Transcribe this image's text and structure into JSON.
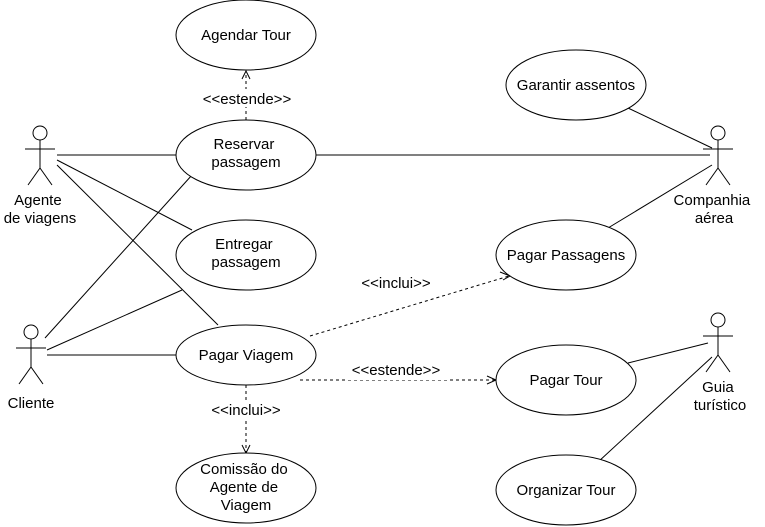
{
  "actors": {
    "agente": [
      "Agente",
      "de viagens"
    ],
    "cliente": [
      "Cliente"
    ],
    "companhia": [
      "Companhia",
      "aérea"
    ],
    "guia": [
      "Guia",
      "turístico"
    ]
  },
  "use_cases": {
    "agendar_tour": [
      "Agendar Tour"
    ],
    "reservar_passagem": [
      "Reservar",
      "passagem"
    ],
    "entregar_passagem": [
      "Entregar",
      "passagem"
    ],
    "pagar_viagem": [
      "Pagar Viagem"
    ],
    "comissao": [
      "Comissão do",
      "Agente de",
      "Viagem"
    ],
    "garantir_assentos": [
      "Garantir assentos"
    ],
    "pagar_passagens": [
      "Pagar Passagens"
    ],
    "pagar_tour": [
      "Pagar Tour"
    ],
    "organizar_tour": [
      "Organizar Tour"
    ]
  },
  "relationship_labels": {
    "estende_agendar": "<<estende>>",
    "inclui_passagens": "<<inclui>>",
    "estende_tour": "<<estende>>",
    "inclui_comissao": "<<inclui>>"
  }
}
